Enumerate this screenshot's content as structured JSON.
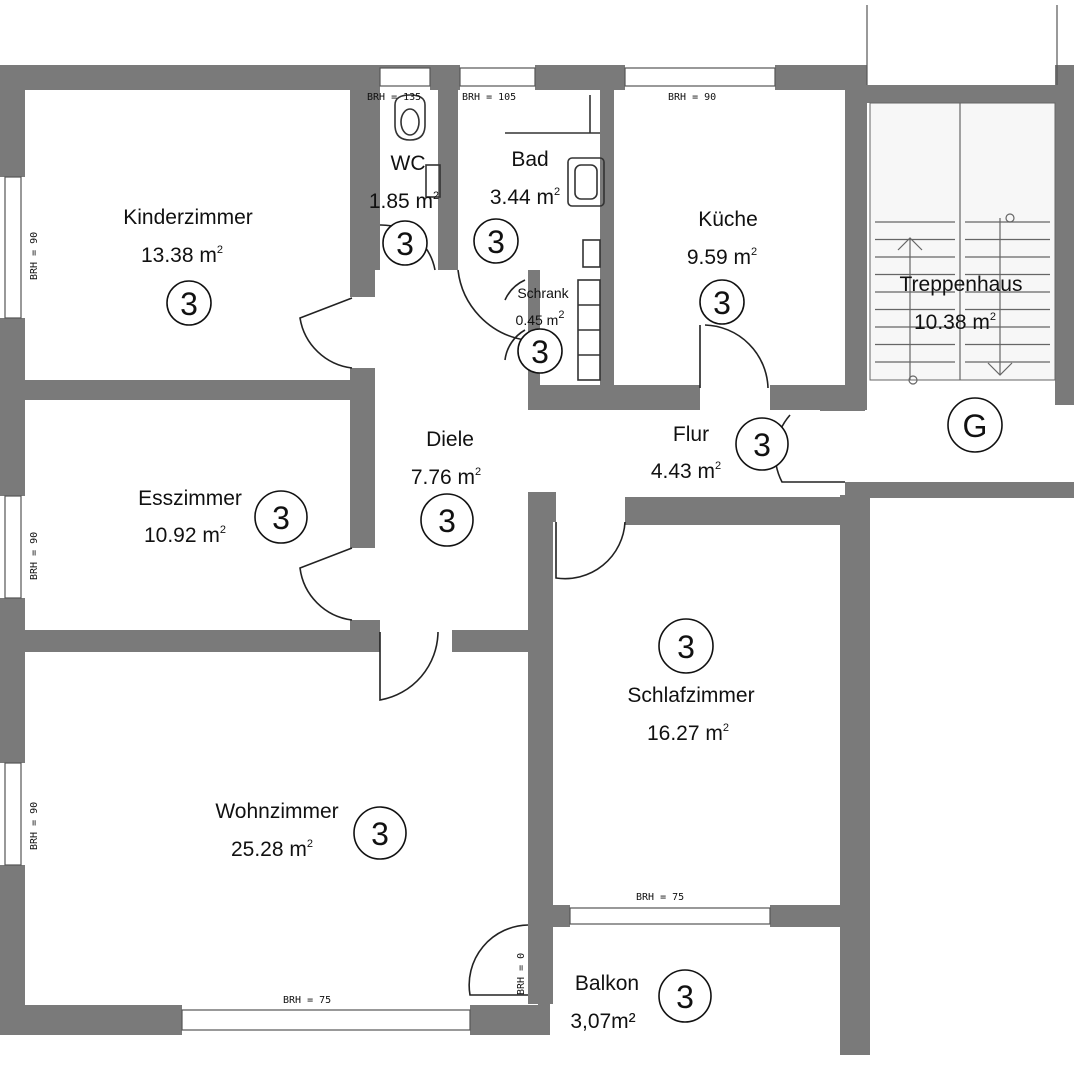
{
  "rooms": {
    "kinderzimmer": {
      "name": "Kinderzimmer",
      "area": "13.38 m",
      "sup": "2",
      "badge": "3"
    },
    "wc": {
      "name": "WC",
      "area": "1.85 m",
      "sup": "2",
      "badge": "3"
    },
    "bad": {
      "name": "Bad",
      "area": "3.44 m",
      "sup": "2",
      "badge": "3"
    },
    "kueche": {
      "name": "Küche",
      "area": "9.59 m",
      "sup": "2",
      "badge": "3"
    },
    "treppenhaus": {
      "name": "Treppenhaus",
      "area": "10.38 m",
      "sup": "2",
      "badge": "G"
    },
    "schrank": {
      "name": "Schrank",
      "area": "0.45 m",
      "sup": "2",
      "badge": "3"
    },
    "esszimmer": {
      "name": "Esszimmer",
      "area": "10.92 m",
      "sup": "2",
      "badge": "3"
    },
    "diele": {
      "name": "Diele",
      "area": "7.76 m",
      "sup": "2",
      "badge": "3"
    },
    "flur": {
      "name": "Flur",
      "area": "4.43 m",
      "sup": "2",
      "badge": "3"
    },
    "schlafzimmer": {
      "name": "Schlafzimmer",
      "area": "16.27 m",
      "sup": "2",
      "badge": "3"
    },
    "wohnzimmer": {
      "name": "Wohnzimmer",
      "area": "25.28 m",
      "sup": "2",
      "badge": "3"
    },
    "balkon": {
      "name": "Balkon",
      "area": "3,07m²",
      "badge": "3"
    }
  },
  "brh": {
    "wc": "BRH = 135",
    "bad": "BRH = 105",
    "kueche": "BRH = 90",
    "kinder": "BRH = 90",
    "ess": "BRH = 90",
    "wohn_side": "BRH = 90",
    "schlaf": "BRH = 75",
    "wohn_bottom": "BRH = 75",
    "balkon_door": "BRH = 0"
  }
}
